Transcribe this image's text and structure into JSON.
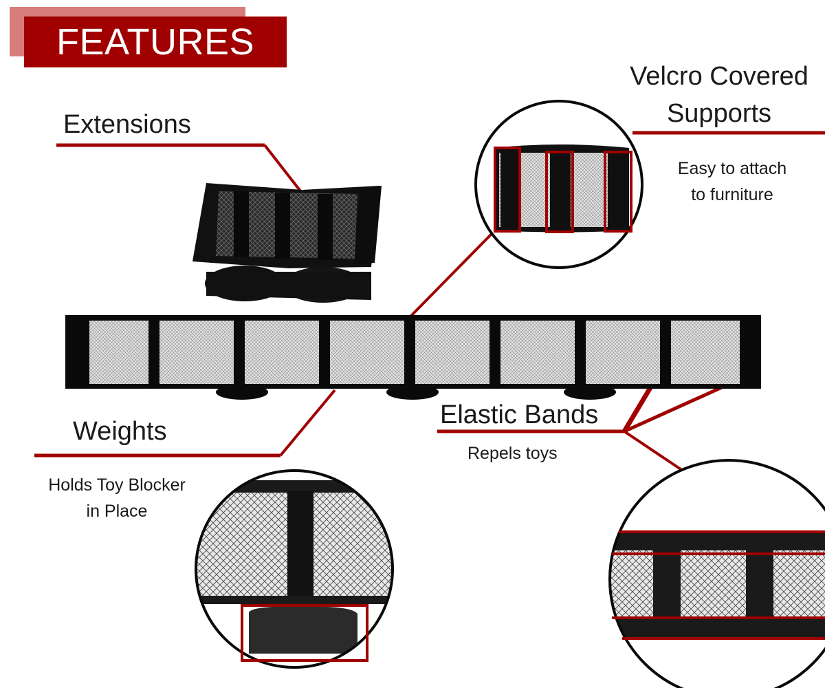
{
  "header": {
    "title": "FEATURES"
  },
  "features": {
    "extensions": {
      "label": "Extensions"
    },
    "velcro": {
      "label_line1": "Velcro Covered",
      "label_line2": "Supports",
      "desc_line1": "Easy to attach",
      "desc_line2": "to furniture"
    },
    "weights": {
      "label": "Weights",
      "desc_line1": "Holds Toy Blocker",
      "desc_line2": "in Place"
    },
    "elastic": {
      "label": "Elastic Bands",
      "desc": "Repels toys"
    }
  },
  "colors": {
    "accent": "#a00000",
    "accent_light": "#d97c7c",
    "mesh": "#d8d8d8",
    "fabric": "#111111"
  },
  "icons": [
    "product-blocker-image",
    "extension-image",
    "velcro-zoom-image",
    "weight-zoom-image",
    "elastic-zoom-image"
  ]
}
